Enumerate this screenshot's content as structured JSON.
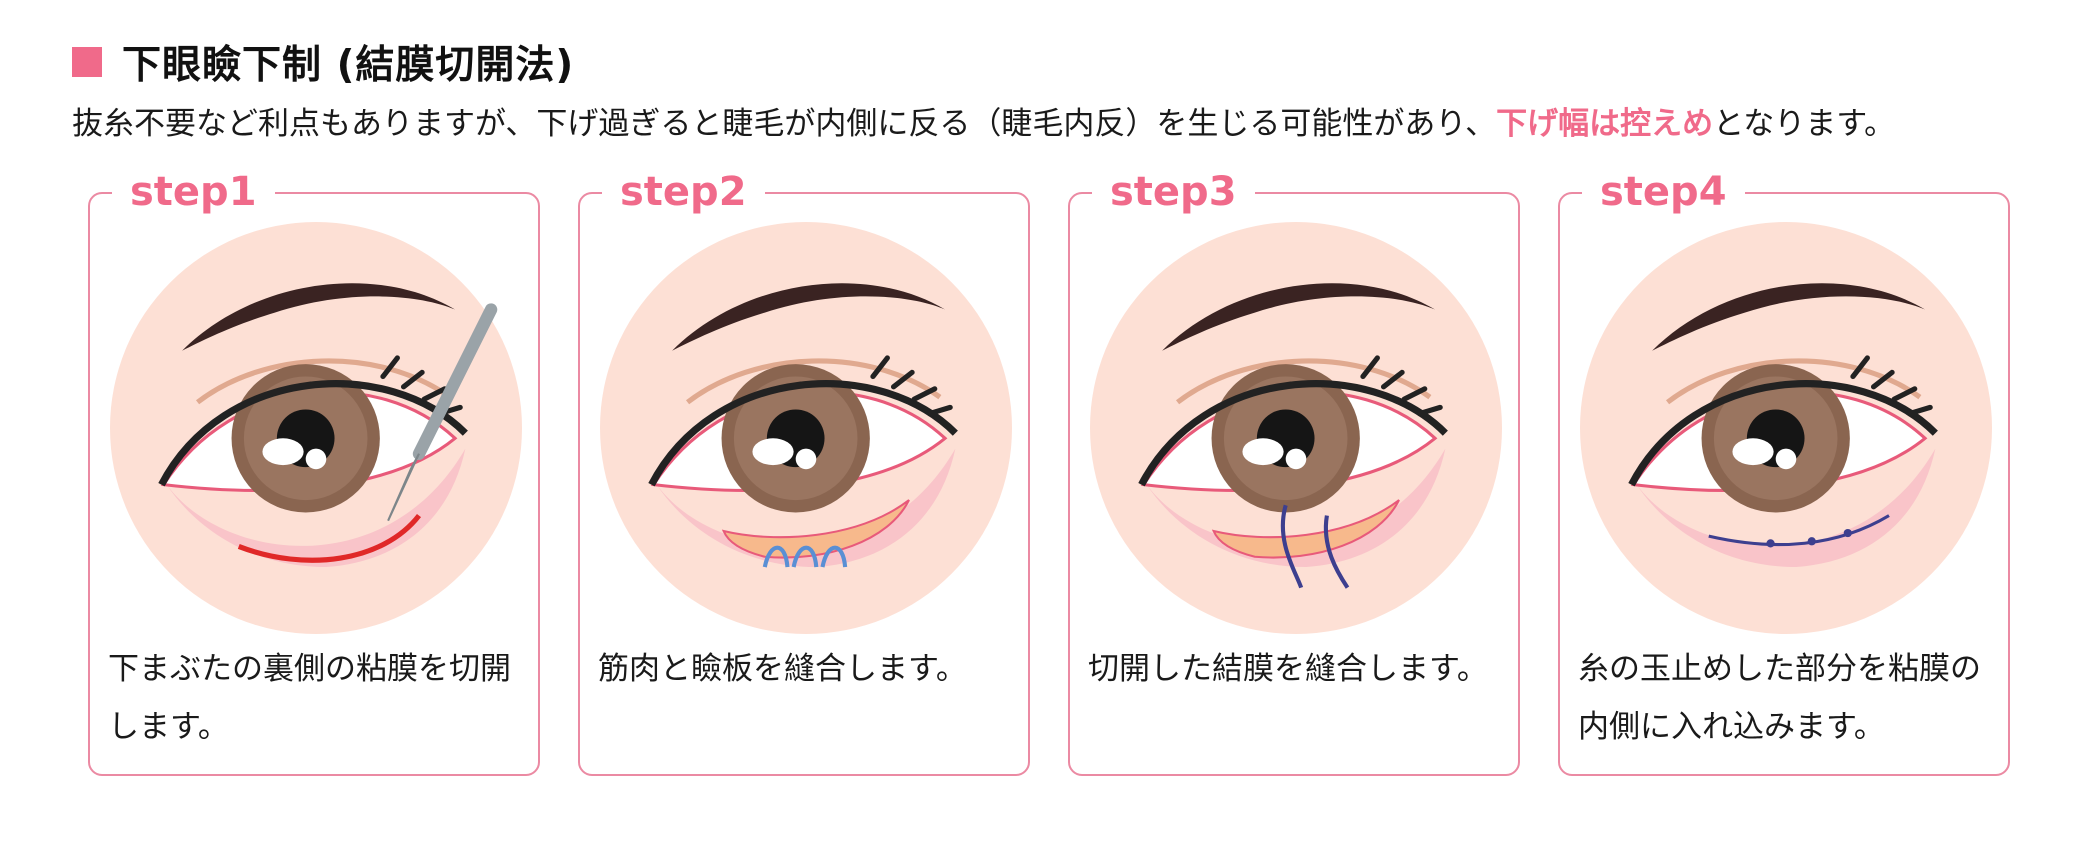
{
  "heading": {
    "title": "下眼瞼下制 (結膜切開法)"
  },
  "lead": {
    "before": "抜糸不要など利点もありますが、下げ過ぎると睫毛が内側に反る（睫毛内反）を生じる可能性があり、",
    "highlight": "下げ幅は控えめ",
    "after": "となります。"
  },
  "colors": {
    "accent": "#f06a8a",
    "border": "#eb8aa3",
    "skin": "#fde3d8"
  },
  "steps": [
    {
      "label": "step1",
      "text": "下まぶたの裏側の粘膜を切開します。",
      "icon": "eye-scalpel-incision"
    },
    {
      "label": "step2",
      "text": "筋肉と瞼板を縫合します。",
      "icon": "eye-muscle-suture"
    },
    {
      "label": "step3",
      "text": "切開した結膜を縫合します。",
      "icon": "eye-conjunctiva-suture"
    },
    {
      "label": "step4",
      "text": "糸の玉止めした部分を粘膜の内側に入れ込みます。",
      "icon": "eye-knot-buried"
    }
  ]
}
